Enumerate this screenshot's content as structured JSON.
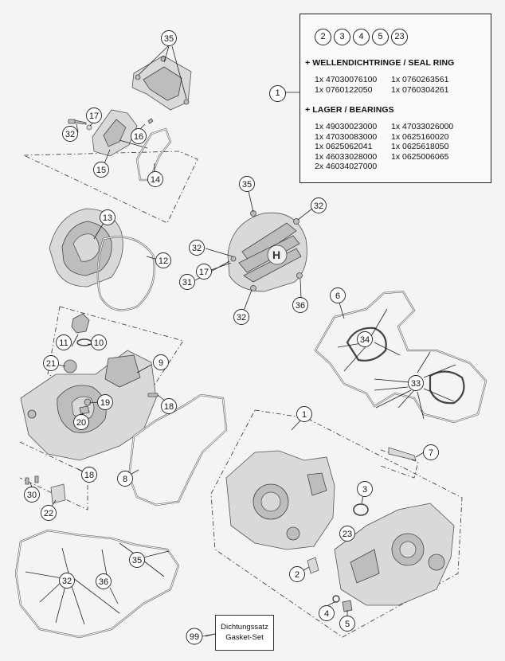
{
  "info_box": {
    "circled_parts": [
      "2",
      "3",
      "4",
      "5",
      "23"
    ],
    "callout": "1",
    "seal_heading": "+ WELLENDICHTRINGE / SEAL RING",
    "seal_items": [
      "1x 47030076100",
      "1x 0760263561",
      "1x 0760122050",
      "1x 0760304261"
    ],
    "bearing_heading": "+ LAGER / BEARINGS",
    "bearing_items": [
      "1x 49030023000",
      "1x 47033026000",
      "1x 47030083000",
      "1x 0625160020",
      "1x 0625062041",
      "1x 0625618050",
      "1x 46033028000",
      "1x 0625006065",
      "2x 46034027000",
      ""
    ]
  },
  "gasket_kit": {
    "callout": "99",
    "line1": "Dichtungssatz",
    "line2": "Gasket-Set"
  },
  "callouts": [
    "35",
    "17",
    "32",
    "16",
    "15",
    "14",
    "13",
    "12",
    "35",
    "32",
    "32",
    "17",
    "31",
    "32",
    "36",
    "6",
    "34",
    "33",
    "11",
    "10",
    "21",
    "9",
    "19",
    "20",
    "18",
    "18",
    "1",
    "7",
    "8",
    "3",
    "30",
    "22",
    "23",
    "2",
    "35",
    "32",
    "36",
    "4",
    "5"
  ]
}
